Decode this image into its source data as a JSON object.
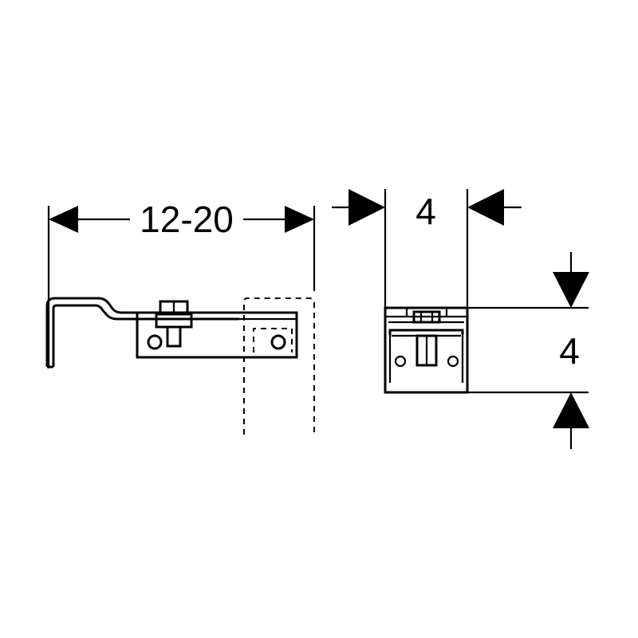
{
  "dimensions": {
    "length_range": "12-20",
    "width": "4",
    "height": "4"
  },
  "colors": {
    "line": "#000000",
    "background": "#ffffff"
  }
}
